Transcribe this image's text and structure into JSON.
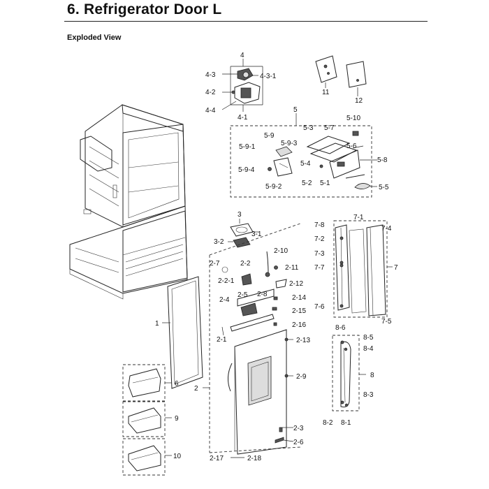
{
  "header": {
    "title": "6.  Refrigerator Door L",
    "subtitle": "Exploded View"
  },
  "labels": {
    "l4": "4",
    "l4_3": "4-3",
    "l4_3_1": "4-3-1",
    "l4_2": "4-2",
    "l4_4": "4-4",
    "l4_1": "4-1",
    "l11": "11",
    "l12": "12",
    "l5": "5",
    "l5_10": "5-10",
    "l5_3": "5-3",
    "l5_7": "5-7",
    "l5_9": "5-9",
    "l5_9_1": "5-9-1",
    "l5_9_3": "5-9-3",
    "l5_6": "5-6",
    "l5_8": "5-8",
    "l5_4": "5-4",
    "l5_9_4": "5-9-4",
    "l5_2": "5-2",
    "l5_1": "5-1",
    "l5_9_2": "5-9-2",
    "l5_5": "5-5",
    "l3": "3",
    "l3_1": "3-1",
    "l3_2": "3-2",
    "l2_10": "2-10",
    "l2_7": "2-7",
    "l2_2": "2-2",
    "l2_11": "2-11",
    "l2_2_1": "2-2-1",
    "l2_12": "2-12",
    "l2_8": "2-8",
    "l2_4": "2-4",
    "l2_5": "2-5",
    "l2_14": "2-14",
    "l2_15": "2-15",
    "l2_16": "2-16",
    "l2_1": "2-1",
    "l2_13": "2-13",
    "l2_9": "2-9",
    "l2_3": "2-3",
    "l2_6": "2-6",
    "l2_17": "2-17",
    "l2_18": "2-18",
    "l2": "2",
    "l1": "1",
    "l6": "6",
    "l9": "9",
    "l10": "10",
    "l7_1": "7-1",
    "l7_8": "7-8",
    "l7_4": "7-4",
    "l7_2": "7-2",
    "l7_3": "7-3",
    "l7_7": "7-7",
    "l7": "7",
    "l7_6": "7-6",
    "l7_5": "7-5",
    "l8_6": "8-6",
    "l8_5": "8-5",
    "l8_4": "8-4",
    "l8": "8",
    "l8_3": "8-3",
    "l8_2": "8-2",
    "l8_1": "8-1"
  }
}
